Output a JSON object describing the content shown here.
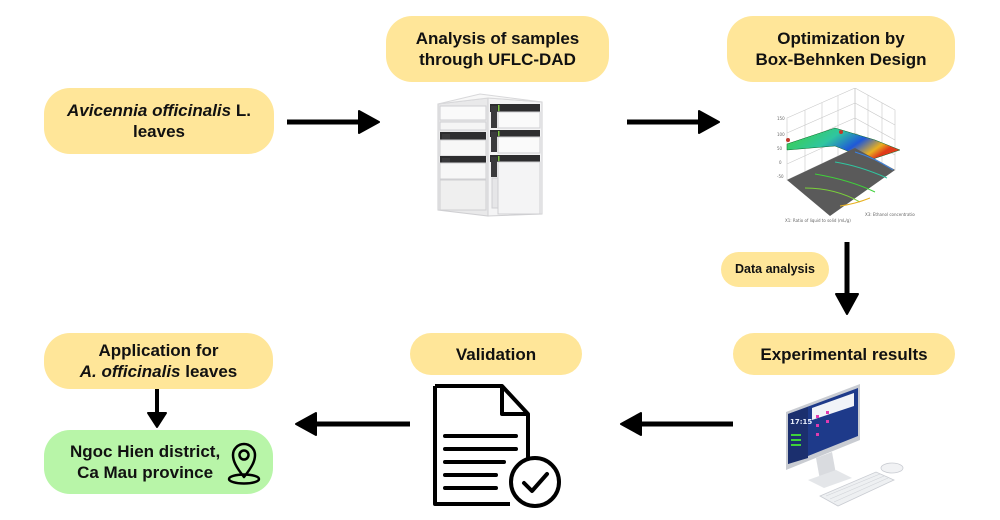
{
  "diagram": {
    "title": "Workflow for analysis of Avicennia officinalis L. leaves",
    "colors": {
      "step_box": "#FFE699",
      "location_box": "#B8F5A8",
      "arrow": "#000000"
    },
    "nodes": {
      "sample": {
        "italic": "Avicennia officinalis",
        "rest": " L.",
        "line2": "leaves"
      },
      "analysis": {
        "line1": "Analysis of samples",
        "line2": "through UFLC-DAD",
        "icon": "hplc-instrument-icon"
      },
      "optimization": {
        "line1": "Optimization by",
        "line2": "Box-Behnken Design",
        "icon": "response-surface-plot-icon"
      },
      "data_analysis": {
        "label": "Data analysis"
      },
      "experimental": {
        "label": "Experimental results",
        "icon": "desktop-computer-icon"
      },
      "validation": {
        "label": "Validation",
        "icon": "document-check-icon"
      },
      "application": {
        "line1": "Application for",
        "italic": "A. officinalis",
        "rest": " leaves"
      },
      "location": {
        "line1": "Ngoc Hien district,",
        "line2": "Ca Mau province",
        "icon": "map-pin-icon"
      }
    },
    "edges": [
      {
        "from": "sample",
        "to": "analysis",
        "direction": "right"
      },
      {
        "from": "analysis",
        "to": "optimization",
        "direction": "right"
      },
      {
        "from": "optimization",
        "to": "experimental",
        "direction": "down",
        "label": "Data analysis"
      },
      {
        "from": "experimental",
        "to": "validation",
        "direction": "left"
      },
      {
        "from": "validation",
        "to": "application",
        "direction": "left"
      },
      {
        "from": "application",
        "to": "location",
        "direction": "down"
      }
    ],
    "computer_screen": {
      "clock": "17:15"
    }
  }
}
